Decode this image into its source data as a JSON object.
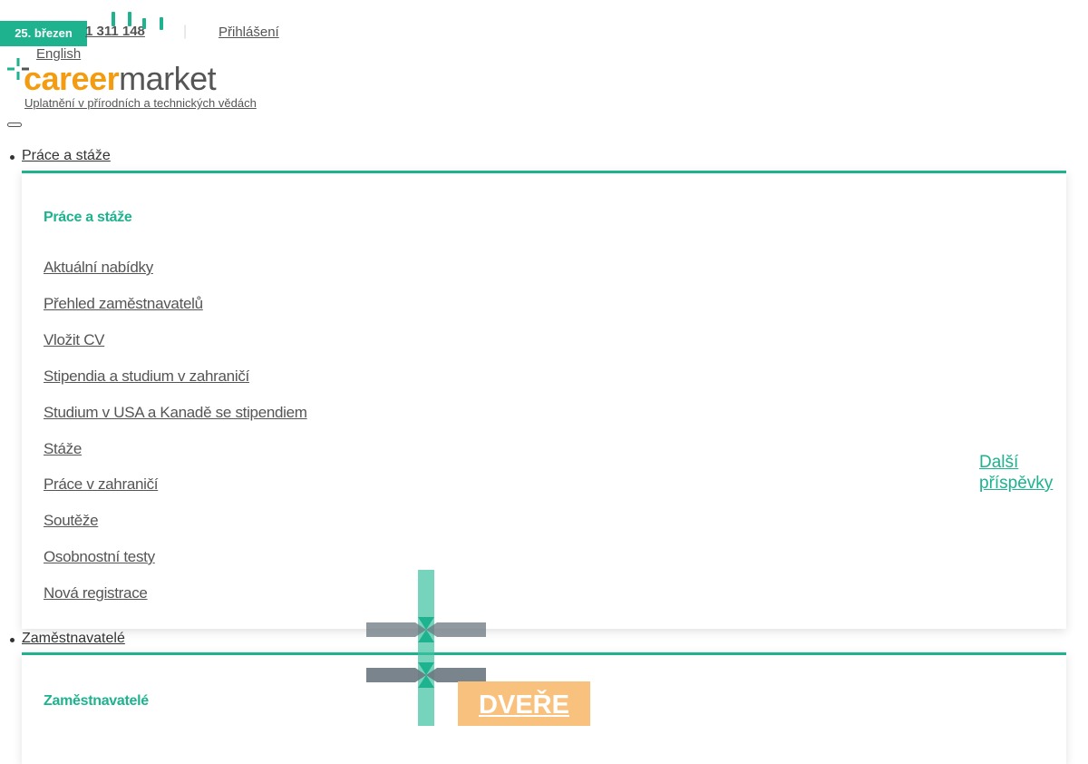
{
  "topbar": {
    "date": "25. březen",
    "phone": "1 311 148",
    "separator": "|",
    "login": "Přihlášení",
    "language": "English",
    "social_icons": [
      "social-icon-1",
      "social-icon-2",
      "social-icon-3",
      "social-icon-4"
    ]
  },
  "logo": {
    "word_part1": "career",
    "word_part2": "market",
    "tagline": "Uplatnění v přírodních a technických vědách",
    "brand_color": "#1eb28f",
    "accent_color": "#f39c12"
  },
  "nav": {
    "menus": [
      {
        "label": "Práce a stáže",
        "heading": "Práce a stáže",
        "items": [
          "Aktuální nabídky",
          "Přehled zaměstnavatelů",
          "Vložit CV",
          "Stipendia a studium v zahraničí",
          "Studium v USA a Kanadě se stipendiem",
          "Stáže",
          "Práce v zahraničí",
          "Soutěže",
          "Osobnostní testy",
          "Nová registrace"
        ]
      },
      {
        "label": "Zaměstnavatelé",
        "heading": "Zaměstnavatelé",
        "items": []
      }
    ]
  },
  "more_posts": "Další příspěvky",
  "promo": {
    "label": "DVEŘE",
    "color": "#f8c27e"
  }
}
